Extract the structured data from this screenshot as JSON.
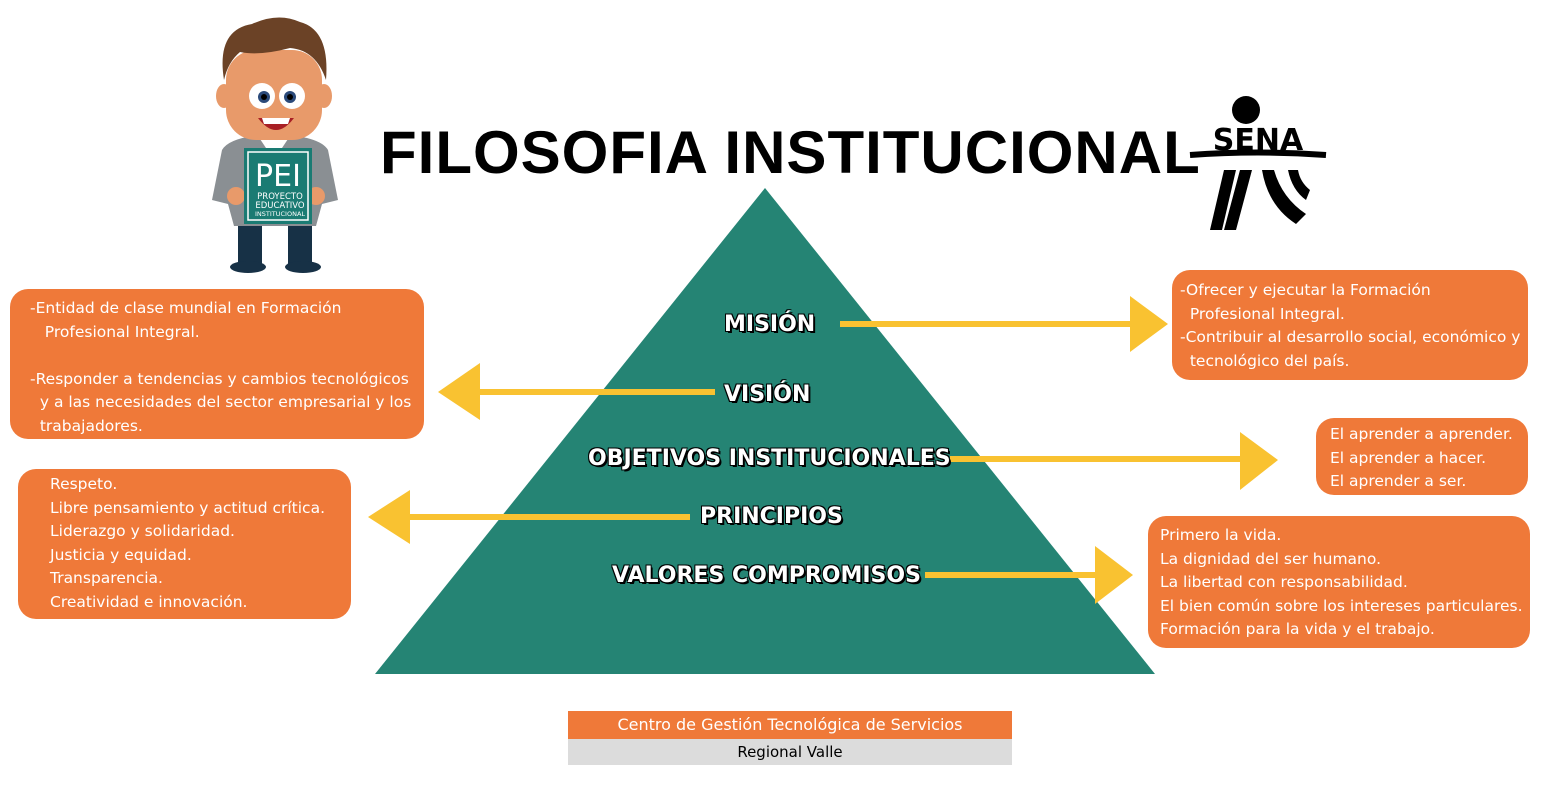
{
  "title": "FILOSOFIA INSTITUCIONAL",
  "logo": {
    "text": "SENA"
  },
  "mascot": {
    "badge_big": "PEI",
    "badge_lines": [
      "PROYECTO",
      "EDUCATIVO",
      "INSTITUCIONAL"
    ]
  },
  "pyramid": {
    "color": "#258474",
    "levels": [
      "MISIÓN",
      "VISIÓN",
      "OBJETIVOS INSTITUCIONALES",
      "PRINCIPIOS",
      "VALORES COMPROMISOS"
    ]
  },
  "colors": {
    "box": "#ef7939",
    "arrow": "#f9c231"
  },
  "boxes": {
    "vision": [
      "-Entidad de clase mundial en Formación",
      "   Profesional Integral.",
      "",
      "-Responder a tendencias y cambios tecnológicos",
      "  y a las necesidades del sector empresarial y los",
      "  trabajadores."
    ],
    "mision": [
      "-Ofrecer y ejecutar la Formación",
      "  Profesional Integral.",
      "-Contribuir al desarrollo social, económico y",
      "  tecnológico del país."
    ],
    "objetivos": [
      "El aprender a aprender.",
      "El aprender a hacer.",
      "El aprender a ser."
    ],
    "principios": [
      "Respeto.",
      "Libre pensamiento y actitud crítica.",
      "Liderazgo y solidaridad.",
      "Justicia y equidad.",
      "Transparencia.",
      "Creatividad e innovación."
    ],
    "valores": [
      "Primero la vida.",
      "La dignidad del ser humano.",
      "La libertad con responsabilidad.",
      "El bien común sobre los intereses particulares.",
      "Formación para la vida y el trabajo."
    ]
  },
  "footer": {
    "center": "Centro de Gestión Tecnológica de Servicios",
    "region": "Regional Valle"
  }
}
